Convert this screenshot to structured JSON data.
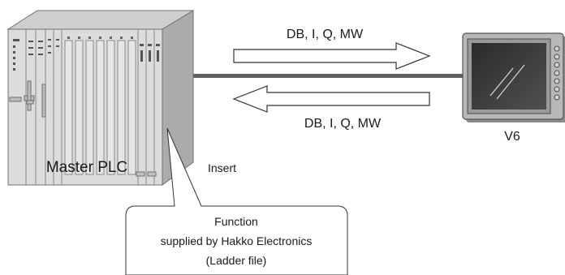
{
  "arrow_top_label": "DB, I, Q, MW",
  "arrow_bottom_label": "DB, I, Q, MW",
  "plc_label": "Master PLC",
  "hmi_label": "V6",
  "insert_label": "Insert",
  "callout": {
    "line1": "Function",
    "line2": "supplied by Hakko Electronics",
    "line3": "(Ladder file)"
  },
  "colors": {
    "cable": "#606060",
    "plc_front": "#d9d9d9",
    "plc_side": "#a9a9a9",
    "plc_top": "#c8c8c8",
    "hmi_bezel": "#b5b5b5",
    "hmi_screen": "#3a3a3a"
  }
}
